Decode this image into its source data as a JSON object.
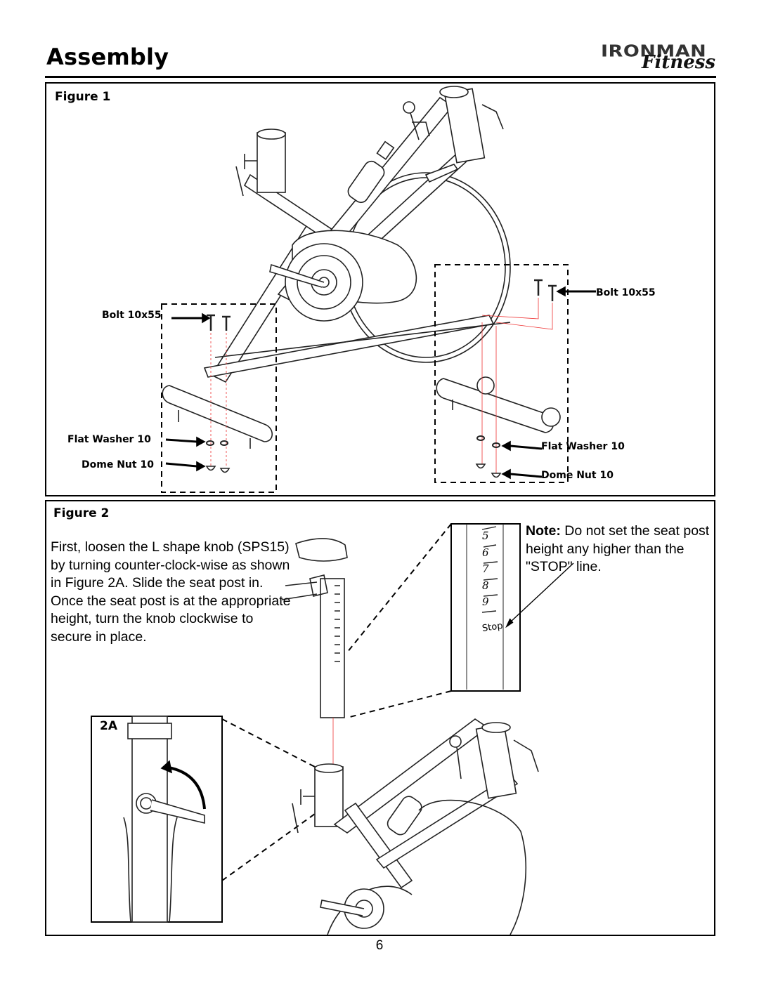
{
  "page": {
    "title": "Assembly",
    "number": "6"
  },
  "logo": {
    "brand": "IRONMAN",
    "script": "Fitness"
  },
  "figure1": {
    "label": "Figure 1",
    "left_callouts": {
      "bolt": "Bolt 10x55",
      "washer": "Flat Washer 10",
      "nut": "Dome Nut 10"
    },
    "right_callouts": {
      "bolt": "Bolt 10x55",
      "washer": "Flat Washer 10",
      "nut": "Dome Nut 10"
    }
  },
  "figure2": {
    "label": "Figure 2",
    "instructions": " First, loosen the L shape knob (SPS15) by turning counter-clock-wise as shown in Figure 2A.  Slide the seat post in.  Once the seat post is at the appropriate height, turn the knob clockwise to secure in place.",
    "note_label": "Note:",
    "note_text": " Do not set the seat post height any higher than the \"STOP\" line.",
    "inset_label": "2A",
    "scale_marks": [
      "5",
      "6",
      "7",
      "8",
      "9"
    ],
    "stop_label": "Stop"
  }
}
